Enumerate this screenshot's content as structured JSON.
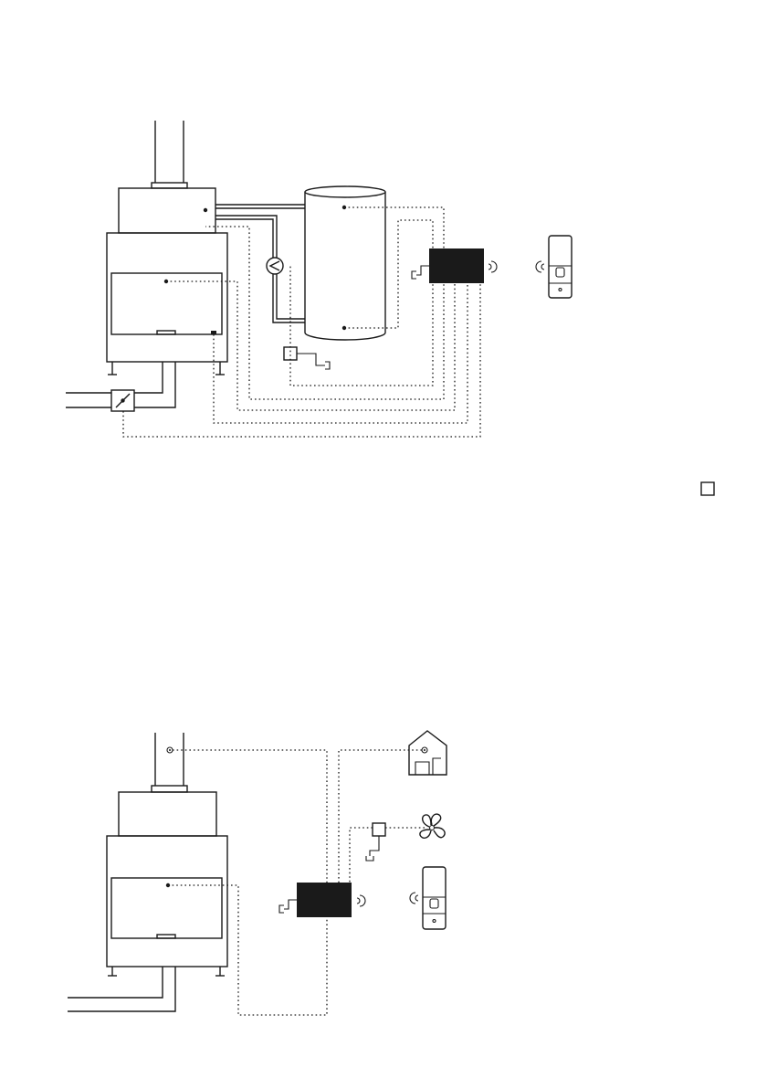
{
  "diagram_1": {
    "components": [
      {
        "id": "chimney-flue",
        "icon": "chimney-icon"
      },
      {
        "id": "fireplace-heat-exchanger",
        "icon": "heat-exchanger-icon"
      },
      {
        "id": "fireplace-firebox",
        "icon": "fireplace-icon"
      },
      {
        "id": "circulation-pump",
        "icon": "pump-icon"
      },
      {
        "id": "buffer-tank",
        "icon": "tank-icon"
      },
      {
        "id": "pump-relay",
        "icon": "relay-icon"
      },
      {
        "id": "control-unit",
        "icon": "controller-icon"
      },
      {
        "id": "remote-control",
        "icon": "remote-icon"
      },
      {
        "id": "air-damper",
        "icon": "damper-icon"
      }
    ]
  },
  "diagram_2": {
    "components": [
      {
        "id": "chimney-flue",
        "icon": "chimney-icon"
      },
      {
        "id": "fireplace-firebox",
        "icon": "fireplace-icon"
      },
      {
        "id": "room-sensor",
        "icon": "house-icon"
      },
      {
        "id": "fan-relay",
        "icon": "relay-icon"
      },
      {
        "id": "ventilation-fan",
        "icon": "fan-icon"
      },
      {
        "id": "control-unit",
        "icon": "controller-icon"
      },
      {
        "id": "remote-control",
        "icon": "remote-icon"
      }
    ]
  },
  "checkbox": {
    "icon": "checkbox-icon",
    "checked": false
  },
  "colors": {
    "line": "#1a1a1a",
    "background": "#ffffff"
  }
}
